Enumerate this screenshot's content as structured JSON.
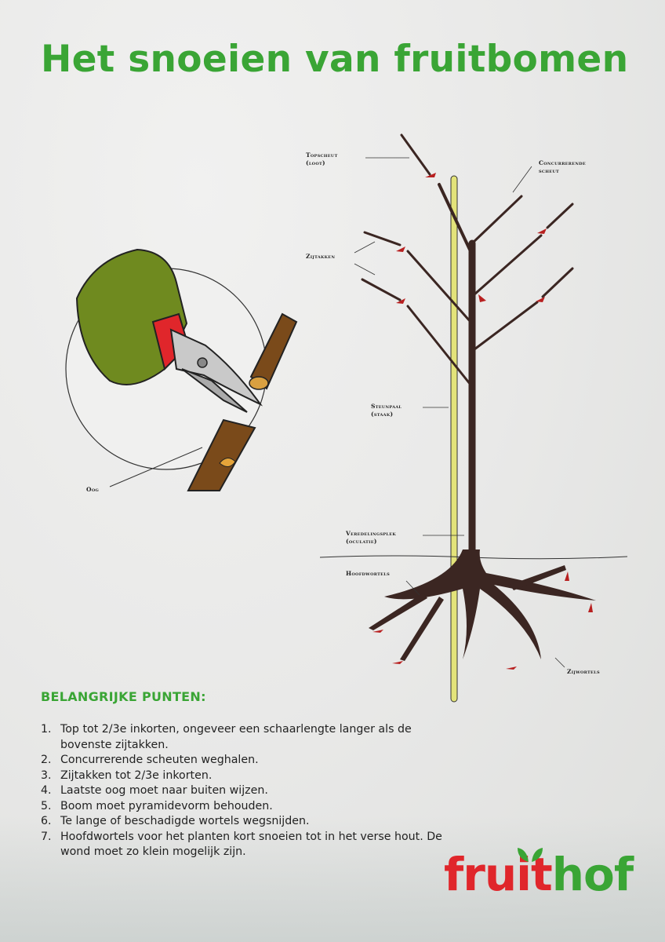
{
  "title": "Het snoeien van fruitbomen",
  "labels": {
    "topscheut": "Topscheut",
    "topscheut_sub": "(loot)",
    "concurrerende": "Concurrerende",
    "concurrerende_sub": "scheut",
    "zijtakken": "Zijtakken",
    "steunpaal": "Steunpaal",
    "steunpaal_sub": "(staak)",
    "veredelingsplek": "Veredelingsplek",
    "veredelingsplek_sub": "(oculatie)",
    "hoofdwortels": "Hoofdwortels",
    "zijwortels": "Zijwortels",
    "oog": "Oog"
  },
  "points": {
    "heading": "BELANGRIJKE PUNTEN:",
    "items": [
      {
        "n": "1.",
        "text": "Top tot 2/3e inkorten, ongeveer een schaarlengte langer als de bovenste zijtakken."
      },
      {
        "n": "2.",
        "text": "Concurrerende scheuten weghalen."
      },
      {
        "n": "3.",
        "text": "Zijtakken tot 2/3e inkorten."
      },
      {
        "n": "4.",
        "text": "Laatste oog moet naar buiten wijzen."
      },
      {
        "n": "5.",
        "text": "Boom moet pyramidevorm behouden."
      },
      {
        "n": "6.",
        "text": "Te lange of beschadigde wortels wegsnijden."
      },
      {
        "n": "7.",
        "text": "Hoofdwortels voor het planten kort snoeien tot in het verse hout. De wond moet zo klein mogelijk zijn."
      }
    ]
  },
  "logo": {
    "part1": "fruit",
    "part2": "hof"
  },
  "colors": {
    "green": "#3aa535",
    "red": "#e0262b",
    "bark": "#3b2622",
    "stake": "#e3e37a"
  }
}
